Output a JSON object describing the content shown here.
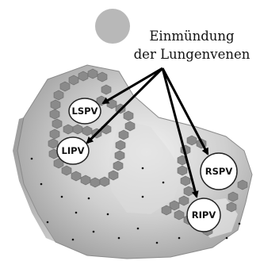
{
  "caption": {
    "line1": "Einmündung",
    "line2": "der Lungenvenen"
  },
  "veins": [
    {
      "id": "lspv",
      "label": "LSPV"
    },
    {
      "id": "lipv",
      "label": "LIPV"
    },
    {
      "id": "rspv",
      "label": "RSPV"
    },
    {
      "id": "ripv",
      "label": "RIPV"
    }
  ],
  "colors": {
    "marker_circle": "#b8b8b8",
    "ablation_point": "#8a8a8a",
    "arrow": "#000000"
  }
}
